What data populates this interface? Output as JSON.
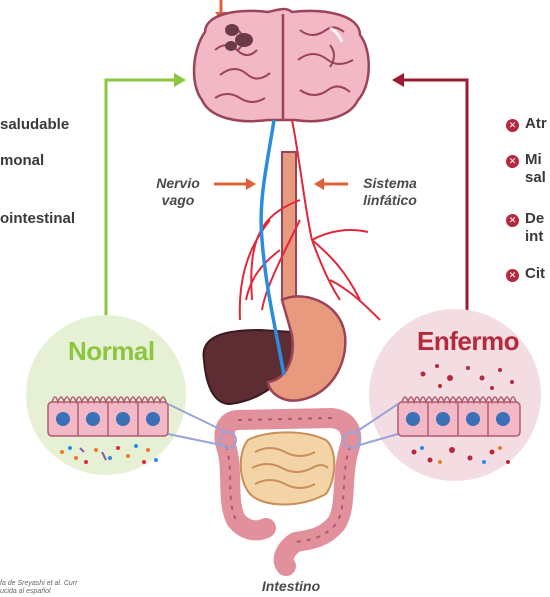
{
  "left_list": [
    "saludable",
    "monal",
    "ointestinal"
  ],
  "right_list": [
    {
      "line1": "Atr",
      "line2": ""
    },
    {
      "line1": "Mi",
      "line2": "sal"
    },
    {
      "line1": "De",
      "line2": "int"
    },
    {
      "line1": "Cit",
      "line2": ""
    }
  ],
  "labels": {
    "nervio_vago": "Nervio vago",
    "sistema_linfatico": "Sistema linfático",
    "intestino": "Intestino"
  },
  "panels": {
    "normal": {
      "title": "Normal",
      "color": "#8cc63f",
      "bg": "#e6f0d4"
    },
    "enfermo": {
      "title": "Enfermo",
      "color": "#b42a3c",
      "bg": "#f3dde2"
    }
  },
  "footnote": [
    "fa de Sreyashi et al. Curr",
    "ucida al español"
  ],
  "colors": {
    "green_arrow": "#8cc63f",
    "red_arrow": "#9b1b30",
    "orange_arrow": "#e0603a",
    "vagus_blue": "#2b8de0",
    "lymph_red": "#e0283a",
    "brain": "#f2b8c6"
  },
  "icons": [
    "x-icon"
  ]
}
